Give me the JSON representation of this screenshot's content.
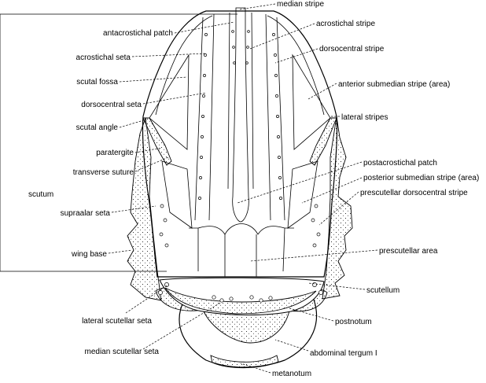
{
  "labels": {
    "median_stripe": "median stripe",
    "antacrostichal_patch": "antacrostichal patch",
    "acrostichal_stripe": "acrostichal stripe",
    "acrostichal_seta": "acrostichal seta",
    "dorsocentral_stripe": "dorsocentral stripe",
    "scutal_fossa": "scutal fossa",
    "anterior_submedian_stripe": "anterior submedian stripe (area)",
    "dorsocentral_seta": "dorsocentral seta",
    "lateral_stripes": "lateral stripes",
    "scutal_angle": "scutal angle",
    "paratergite": "paratergite",
    "postacrostichal_patch": "postacrostichal patch",
    "transverse_suture": "transverse suture",
    "posterior_submedian_stripe": "posterior submedian stripe (area)",
    "scutum": "scutum",
    "prescutellar_dorsocentral_stripe": "prescutellar dorsocentral stripe",
    "supraalar_seta": "supraalar seta",
    "prescutellar_area": "prescutellar  area",
    "wing_base": "wing base",
    "scutellum": "scutellum",
    "lateral_scutellar_seta": "lateral scutellar seta",
    "postnotum": "postnotum",
    "median_scutellar_seta": "median scutellar seta",
    "abdominal_tergum": "abdominal tergum I",
    "metanotum": "metanotum"
  }
}
